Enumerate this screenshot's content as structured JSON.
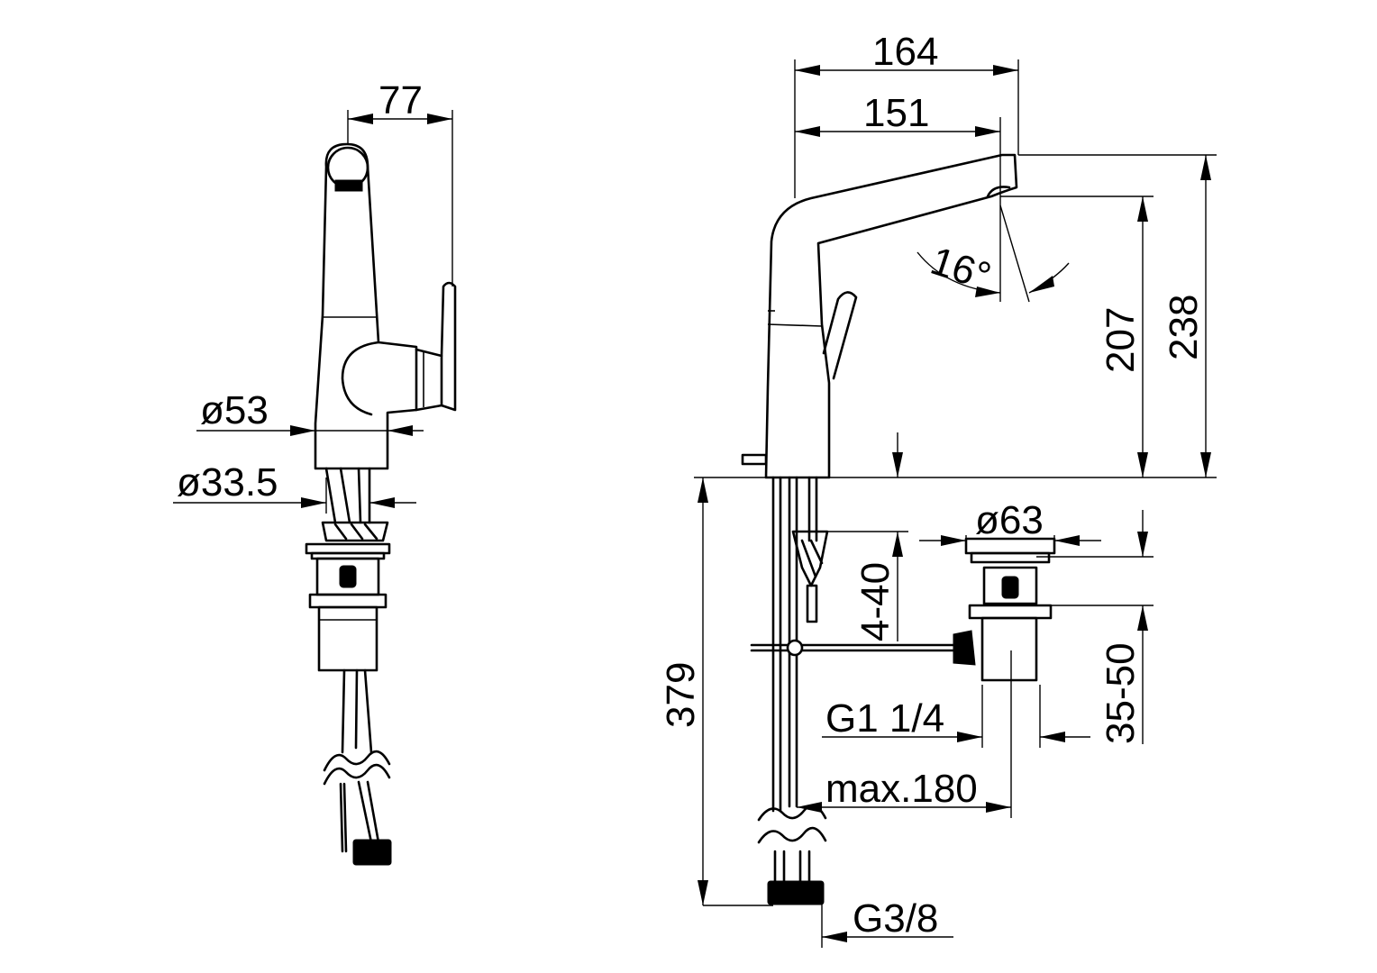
{
  "dimensions": {
    "side_width": "77",
    "body_diameter": "ø53",
    "shank_diameter": "ø33.5",
    "overall_reach": "164",
    "spout_reach": "151",
    "spout_angle": "16°",
    "spout_outlet_height": "207",
    "overall_height": "238",
    "countertop_thickness": "4-40",
    "waste_diameter": "ø63",
    "waste_range": "35-50",
    "total_below_height": "379",
    "waste_thread": "G1 1/4",
    "rod_max": "max.180",
    "supply_thread": "G3/8"
  }
}
